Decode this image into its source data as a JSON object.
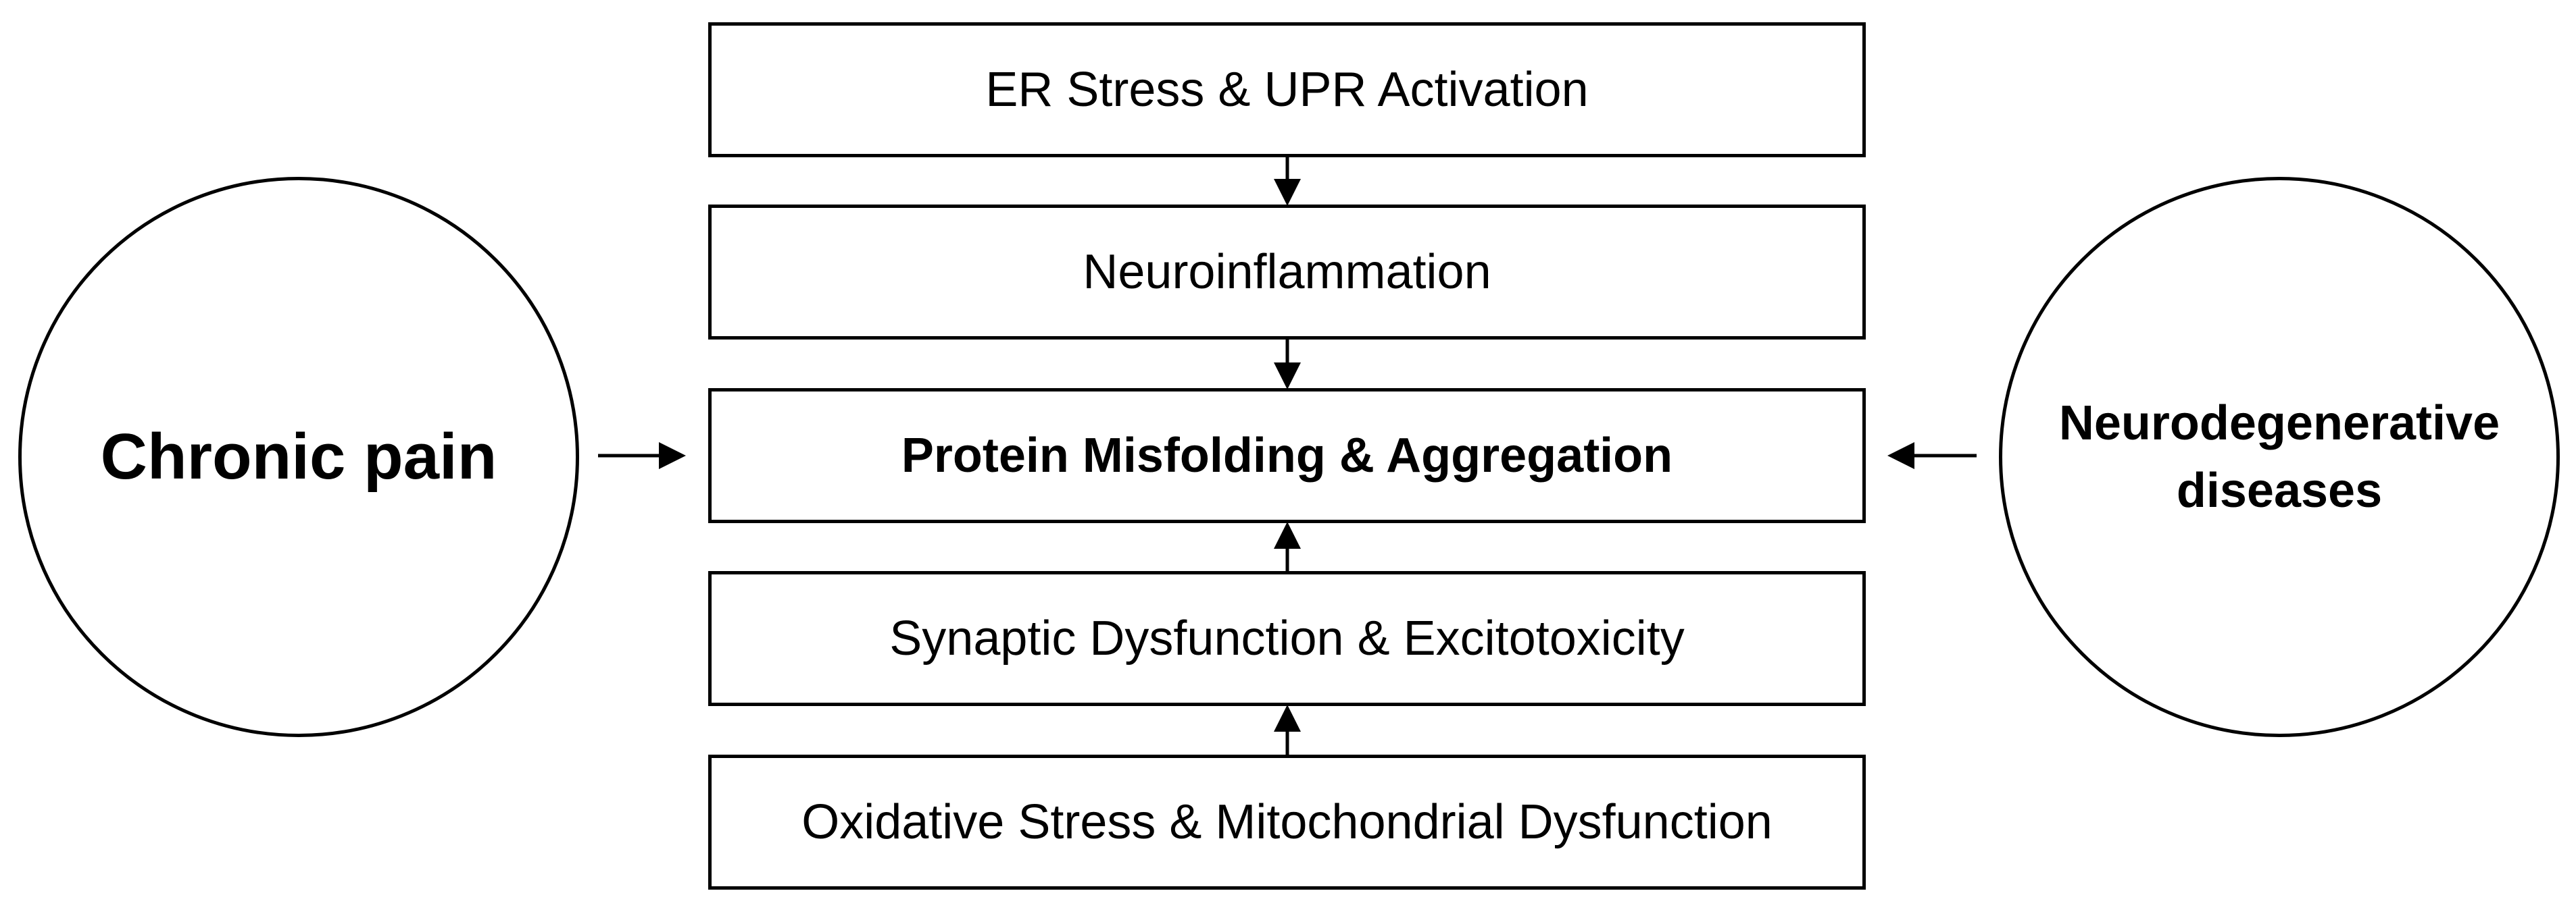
{
  "boxes": {
    "er_stress": "ER Stress & UPR Activation",
    "neuroinflammation": "Neuroinflammation",
    "protein_misfolding": "Protein Misfolding & Aggregation",
    "synaptic": "Synaptic Dysfunction & Excitotoxicity",
    "oxidative": "Oxidative Stress & Mitochondrial Dysfunction"
  },
  "circles": {
    "left": "Chronic pain",
    "right": "Neurodegenerative diseases"
  },
  "colors": {
    "stroke": "#000000",
    "background": "#ffffff"
  }
}
